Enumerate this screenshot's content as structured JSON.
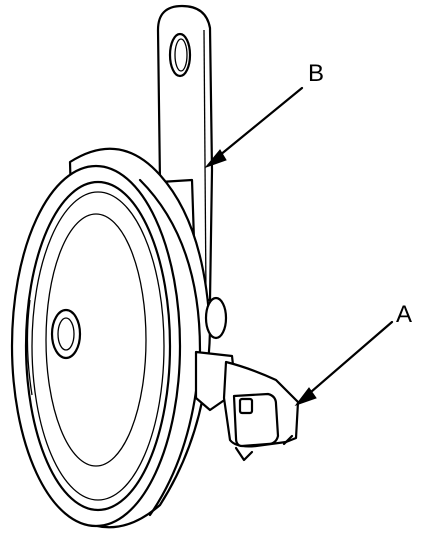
{
  "callouts": {
    "a": "A",
    "b": "B"
  },
  "parts": {
    "horn_body": "horn-body",
    "mounting_bracket": "mounting-bracket",
    "connector": "electrical-connector"
  }
}
